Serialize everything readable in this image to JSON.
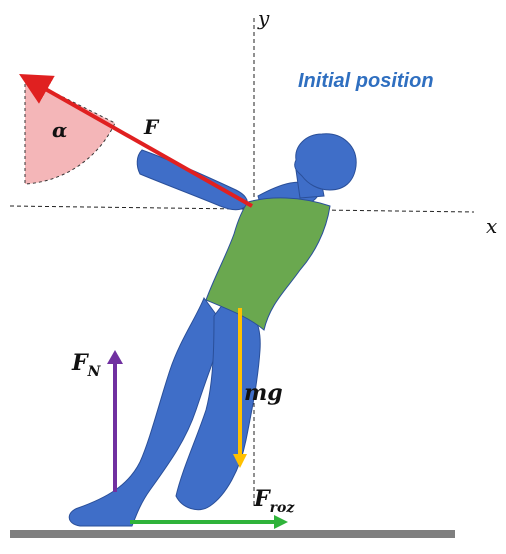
{
  "title": "Initial position",
  "axes": {
    "x_label": "x",
    "y_label": "y"
  },
  "forces": {
    "pull": {
      "symbol": "F"
    },
    "angle": {
      "symbol": "α"
    },
    "normal": {
      "symbol": "F",
      "subscript": "N"
    },
    "weight": {
      "symbol": "mg"
    },
    "friction": {
      "symbol": "F",
      "subscript": "roz"
    }
  },
  "colors": {
    "title": "#2f6fc0",
    "body": "#3f6ec8",
    "torso": "#6aa84f",
    "pull_arrow": "#e02020",
    "angle_sector": "#f4b6b8",
    "normal_arrow": "#7030a0",
    "weight_arrow": "#ffc000",
    "friction_arrow": "#2fb33a",
    "ground": "#7f7f7f"
  }
}
